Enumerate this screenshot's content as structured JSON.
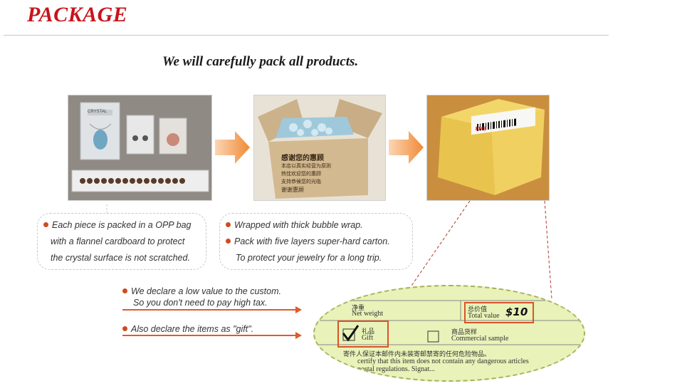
{
  "header": {
    "title": "PACKAGE",
    "subtitle": "We will carefully pack all products."
  },
  "photos": {
    "jewelry_label": "CRYSTAL",
    "box_text_lines": [
      "感谢您的惠顾",
      "本店以真实经营为原则",
      "热忱欢迎您的惠顾",
      "支持恭候您的光临",
      "谢谢惠顾"
    ],
    "parcel_barcode_label": "EMS"
  },
  "notes_left": [
    "Each piece is packed in a OPP bag",
    "with a flannel cardboard to protect",
    "the crystal surface is not scratched."
  ],
  "notes_middle": [
    "Wrapped with thick bubble wrap.",
    "Pack with five layers super-hard carton.",
    "To protect your jewelry for a long trip."
  ],
  "declarations": [
    "We declare a low value to the custom.",
    "So you don't need to pay high tax.",
    "Also declare the items as \"gift\"."
  ],
  "form": {
    "net_weight_cn": "净重",
    "net_weight_en": "Net weight",
    "total_value_cn": "总价值",
    "total_value_en": "Total value",
    "total_value_amount": "$10",
    "gift_cn": "礼品",
    "gift_en": "Gift",
    "commercial_cn": "商品货样",
    "commercial_en": "Commercial sample",
    "footer_cn": "寄件人保证本邮件内未装寄邮禁寄的任何危险物品。",
    "footer_en": "certify that this item does not contain any dangerous articles",
    "footer_en2": "postal regulations. Signat..."
  },
  "colors": {
    "title_red": "#c8141b",
    "accent_orange": "#e05a2a",
    "form_green": "#e9f2b8",
    "highlight_box": "#d9542a"
  }
}
